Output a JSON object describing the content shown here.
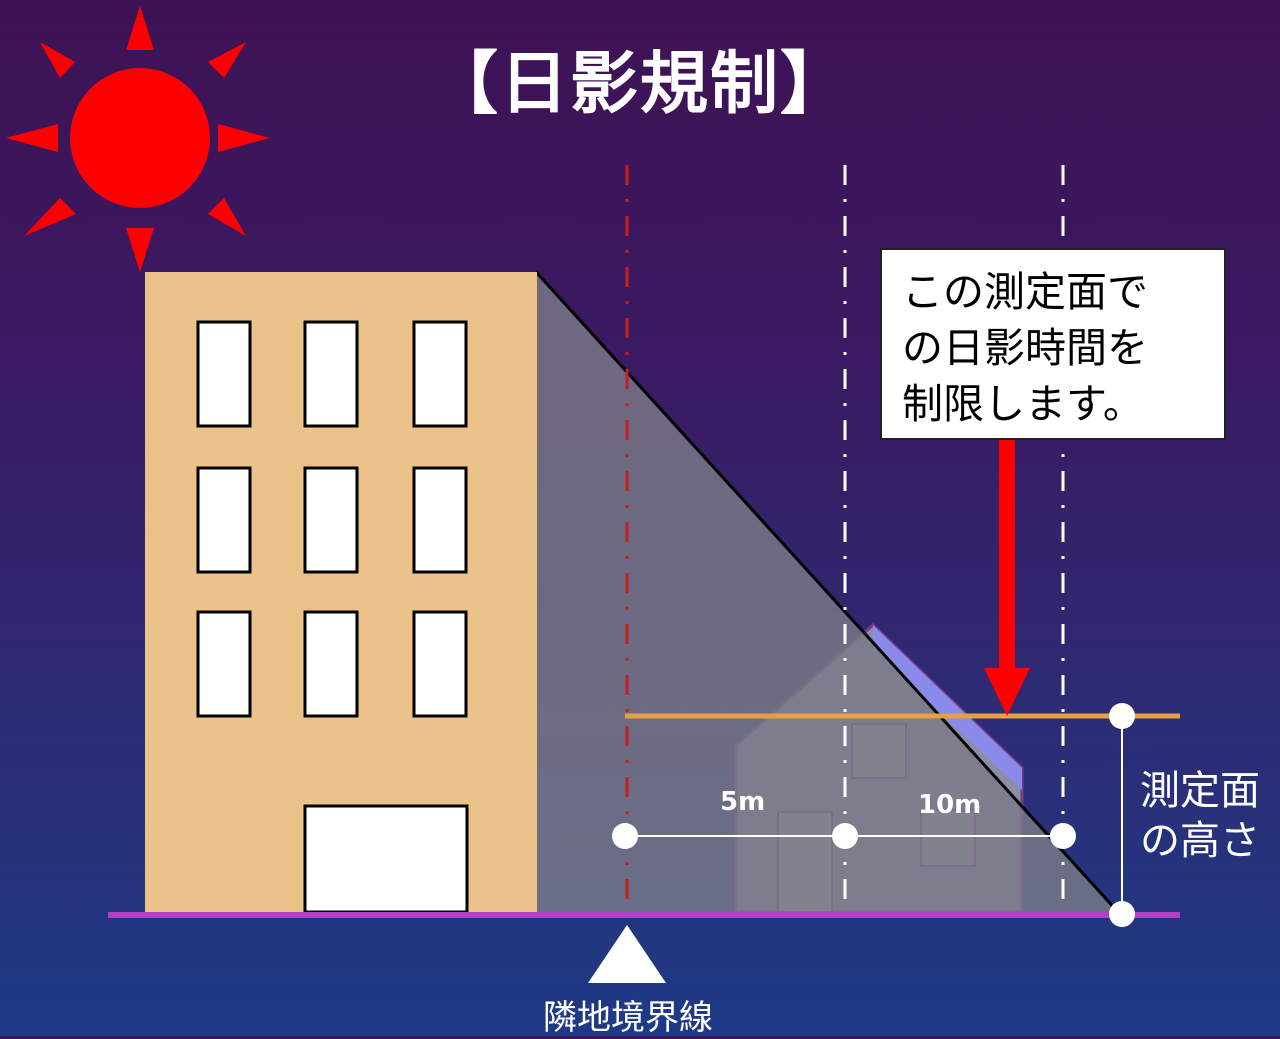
{
  "title": "【日影規制】",
  "callout": {
    "lines": [
      "この測定面で",
      "の日影時間を",
      "制限します。"
    ]
  },
  "dimensions": {
    "d1": "5m",
    "d2": "10m"
  },
  "measurement_height_label": [
    "測定面",
    "の高さ"
  ],
  "boundary_label": "隣地境界線",
  "colors": {
    "building": "#ebc38a",
    "shadow": "#7a7a88",
    "sun": "#ff0000",
    "measurement_plane": "#e3a044",
    "ground": "#b042c8",
    "boundary_line": "#c81e1e",
    "house_roof": "#8a8aea"
  },
  "icons": {
    "sun": "sun-icon",
    "boundary_marker": "triangle-up-icon"
  }
}
